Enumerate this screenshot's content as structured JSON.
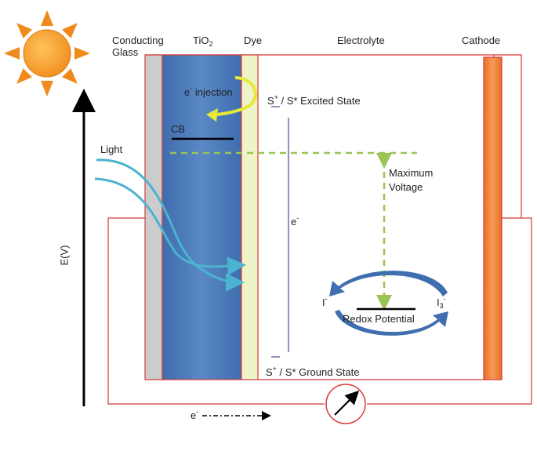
{
  "labels": {
    "conducting_glass_line1": "Conducting",
    "conducting_glass_line2": "Glass",
    "tio2_main": "TiO",
    "tio2_sub": "2",
    "dye": "Dye",
    "electrolyte": "Electrolyte",
    "cathode": "Cathode",
    "e_injection_prefix": "e",
    "e_injection_sup": "-",
    "e_injection_text": " injection",
    "cb": "CB",
    "light": "Light",
    "excited_s_plus": "S",
    "excited_sup": "+",
    "excited_text": " / S* Excited State",
    "maximum_voltage_line1": "Maximum",
    "maximum_voltage_line2": "Voltage",
    "electron_e": "e",
    "electron_sup": "-",
    "ev_axis": "E(V)",
    "iodide": "I",
    "iodide_sup": "-",
    "triiodide": "I",
    "triiodide_sub": "3",
    "triiodide_sup": "-",
    "redox_potential": "Redox Potential",
    "ground_s_plus": "S",
    "ground_sup": "+",
    "ground_text": " / S* Ground State",
    "bottom_e": "e",
    "bottom_e_sup": "-"
  },
  "colors": {
    "tio2_fill": "#4a79b8",
    "glass_fill": "#cccccc",
    "dye_fill": "#eef4c8",
    "cathode_fill": "#f5873d",
    "circuit_wire": "#d83a3a",
    "max_voltage_dash": "#9bc454",
    "light_arrow": "#4bb3cf",
    "injection_arrow": "#e8e838",
    "level_line": "#8064a8",
    "redox_arrow": "#3f6fae",
    "sun": "#f08a1c"
  },
  "icons": [
    "sun-icon",
    "ammeter-icon"
  ]
}
